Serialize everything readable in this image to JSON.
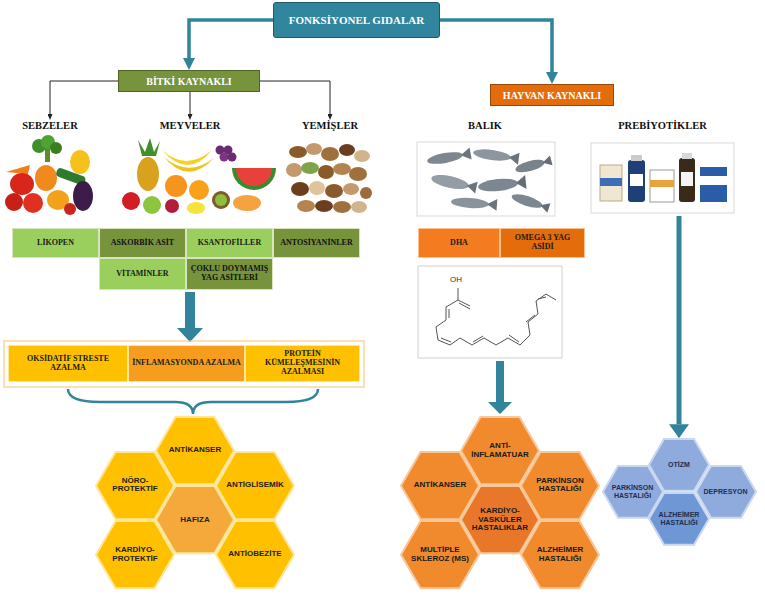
{
  "diagram": {
    "nodes": [
      {
        "text": [
          "FONKSİYONEL GIDALAR"
        ]
      },
      {
        "text": [
          "BİTKİ KAYNAKLI"
        ]
      },
      {
        "text": [
          "HAYVAN KAYNAKLI"
        ]
      },
      {
        "text": [
          "SEBZELER"
        ]
      },
      {
        "text": [
          "MEYVELER"
        ]
      },
      {
        "text": [
          "YEMİŞLER"
        ]
      },
      {
        "text": [
          "BALIK"
        ]
      },
      {
        "text": [
          "PREBİYOTİKLER"
        ]
      },
      {
        "text": [
          "LİKOPEN"
        ]
      },
      {
        "text": [
          "ASKORBİK ASİT"
        ]
      },
      {
        "text": [
          "KSANTOFİLLER"
        ]
      },
      {
        "text": [
          "ANTOSİYANİNLER"
        ]
      },
      {
        "text": [
          "VİTAMİNLER"
        ]
      },
      {
        "text": [
          "ÇOKLU DOYMAMIŞ YAG ASİTLERİ"
        ]
      },
      {
        "text": [
          "DHA"
        ]
      },
      {
        "text": [
          "OMEGA 3 YAG ASİDİ"
        ]
      },
      {
        "text": [
          "OKSİDATİF STRESTE AZALMA"
        ]
      },
      {
        "text": [
          "İNFLAMASYONDA AZALMA"
        ]
      },
      {
        "text": [
          "PROTEİN KÜMELEŞMESİNİN AZALMASI"
        ]
      },
      {
        "text": [
          "ANTİKANSER"
        ]
      },
      {
        "text": [
          "NÖRO-PROTEKTİF"
        ]
      },
      {
        "text": [
          "ANTİGLİSEMİK"
        ]
      },
      {
        "text": [
          "HAFIZA"
        ]
      },
      {
        "text": [
          "KARDİYO-PROTEKTİF"
        ]
      },
      {
        "text": [
          "ANTİOBEZİTE"
        ]
      },
      {
        "text": [
          "ANTİ-İNFLAMATUAR"
        ]
      },
      {
        "text": [
          "ANTİKANSER"
        ]
      },
      {
        "text": [
          "PARKİNSON HASTALIĞI"
        ]
      },
      {
        "text": [
          "KARDİYO-VASKÜLER HASTALIKLAR"
        ]
      },
      {
        "text": [
          "MULTİPLE SKLEROZ (MS)"
        ]
      },
      {
        "text": [
          "ALZHEİMER HASTALIĞI"
        ]
      },
      {
        "text": [
          "OTİZM"
        ]
      },
      {
        "text": [
          "PARKİNSON HASTALIĞI"
        ]
      },
      {
        "text": [
          "DEPRESYON"
        ]
      },
      {
        "text": [
          "ALZHEİMER HASTALIĞI"
        ]
      }
    ],
    "edges": [
      {
        "from": 0,
        "to": 1,
        "arrow": "to"
      },
      {
        "from": 0,
        "to": 2,
        "arrow": "to"
      },
      {
        "from": 1,
        "to": 3,
        "arrow": "to"
      },
      {
        "from": 1,
        "to": 4,
        "arrow": "to"
      },
      {
        "from": 1,
        "to": 5,
        "arrow": "to"
      },
      {
        "from": 7,
        "to": 31,
        "arrow": "to"
      }
    ],
    "labels": [
      "OH"
    ]
  }
}
